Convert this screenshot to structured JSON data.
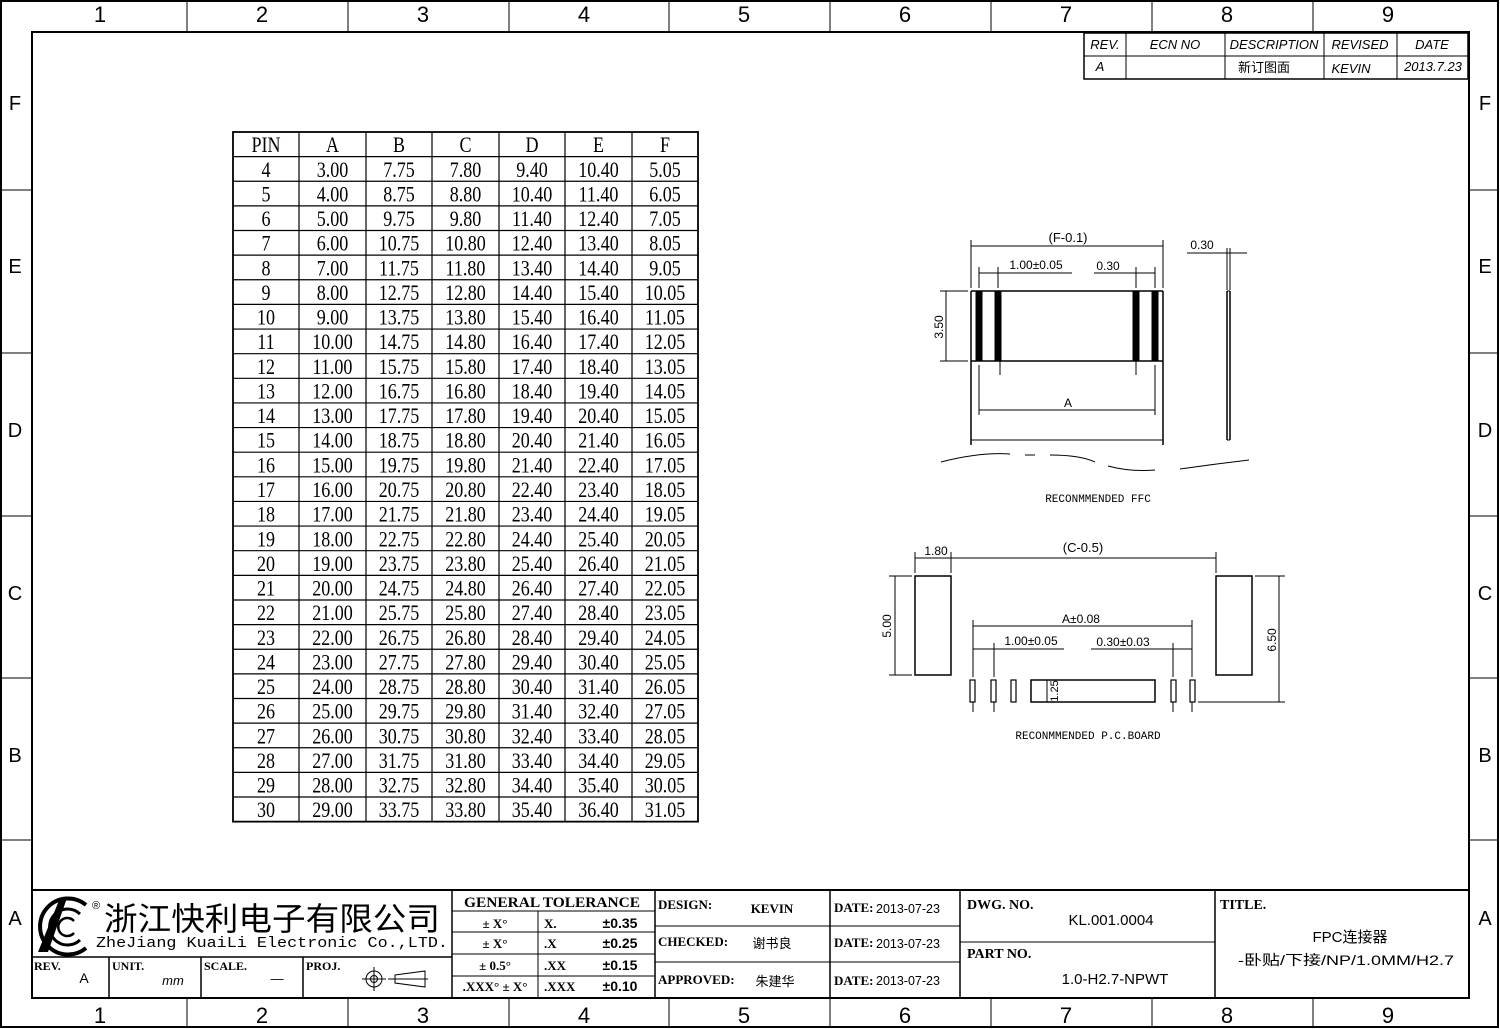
{
  "border": {
    "columns": [
      "1",
      "2",
      "3",
      "4",
      "5",
      "6",
      "7",
      "8",
      "9"
    ],
    "rows": [
      "F",
      "E",
      "D",
      "C",
      "B",
      "A"
    ]
  },
  "revision": {
    "headers": [
      "REV.",
      "ECN NO",
      "DESCRIPTION",
      "REVISED",
      "DATE"
    ],
    "row": [
      "A",
      "",
      "新订图面",
      "KEVIN",
      "2013.7.23"
    ]
  },
  "pin_table": {
    "headers": [
      "PIN",
      "A",
      "B",
      "C",
      "D",
      "E",
      "F"
    ],
    "rows": [
      [
        "4",
        "3.00",
        "7.75",
        "7.80",
        "9.40",
        "10.40",
        "5.05"
      ],
      [
        "5",
        "4.00",
        "8.75",
        "8.80",
        "10.40",
        "11.40",
        "6.05"
      ],
      [
        "6",
        "5.00",
        "9.75",
        "9.80",
        "11.40",
        "12.40",
        "7.05"
      ],
      [
        "7",
        "6.00",
        "10.75",
        "10.80",
        "12.40",
        "13.40",
        "8.05"
      ],
      [
        "8",
        "7.00",
        "11.75",
        "11.80",
        "13.40",
        "14.40",
        "9.05"
      ],
      [
        "9",
        "8.00",
        "12.75",
        "12.80",
        "14.40",
        "15.40",
        "10.05"
      ],
      [
        "10",
        "9.00",
        "13.75",
        "13.80",
        "15.40",
        "16.40",
        "11.05"
      ],
      [
        "11",
        "10.00",
        "14.75",
        "14.80",
        "16.40",
        "17.40",
        "12.05"
      ],
      [
        "12",
        "11.00",
        "15.75",
        "15.80",
        "17.40",
        "18.40",
        "13.05"
      ],
      [
        "13",
        "12.00",
        "16.75",
        "16.80",
        "18.40",
        "19.40",
        "14.05"
      ],
      [
        "14",
        "13.00",
        "17.75",
        "17.80",
        "19.40",
        "20.40",
        "15.05"
      ],
      [
        "15",
        "14.00",
        "18.75",
        "18.80",
        "20.40",
        "21.40",
        "16.05"
      ],
      [
        "16",
        "15.00",
        "19.75",
        "19.80",
        "21.40",
        "22.40",
        "17.05"
      ],
      [
        "17",
        "16.00",
        "20.75",
        "20.80",
        "22.40",
        "23.40",
        "18.05"
      ],
      [
        "18",
        "17.00",
        "21.75",
        "21.80",
        "23.40",
        "24.40",
        "19.05"
      ],
      [
        "19",
        "18.00",
        "22.75",
        "22.80",
        "24.40",
        "25.40",
        "20.05"
      ],
      [
        "20",
        "19.00",
        "23.75",
        "23.80",
        "25.40",
        "26.40",
        "21.05"
      ],
      [
        "21",
        "20.00",
        "24.75",
        "24.80",
        "26.40",
        "27.40",
        "22.05"
      ],
      [
        "22",
        "21.00",
        "25.75",
        "25.80",
        "27.40",
        "28.40",
        "23.05"
      ],
      [
        "23",
        "22.00",
        "26.75",
        "26.80",
        "28.40",
        "29.40",
        "24.05"
      ],
      [
        "24",
        "23.00",
        "27.75",
        "27.80",
        "29.40",
        "30.40",
        "25.05"
      ],
      [
        "25",
        "24.00",
        "28.75",
        "28.80",
        "30.40",
        "31.40",
        "26.05"
      ],
      [
        "26",
        "25.00",
        "29.75",
        "29.80",
        "31.40",
        "32.40",
        "27.05"
      ],
      [
        "27",
        "26.00",
        "30.75",
        "30.80",
        "32.40",
        "33.40",
        "28.05"
      ],
      [
        "28",
        "27.00",
        "31.75",
        "31.80",
        "33.40",
        "34.40",
        "29.05"
      ],
      [
        "29",
        "28.00",
        "32.75",
        "32.80",
        "34.40",
        "35.40",
        "30.05"
      ],
      [
        "30",
        "29.00",
        "33.75",
        "33.80",
        "35.40",
        "36.40",
        "31.05"
      ]
    ]
  },
  "ffc": {
    "dim_f": "(F-0.1)",
    "dim_pitch": "1.00±0.05",
    "dim_width": "0.30",
    "dim_thickness": "0.30",
    "dim_height": "3.50",
    "dim_a": "A",
    "caption": "RECONMMENDED FFC"
  },
  "pcb": {
    "dim_pad": "1.80",
    "dim_c": "(C-0.5)",
    "dim_a": "A±0.08",
    "dim_pitch": "1.00±0.05",
    "dim_width": "0.30±0.03",
    "dim_5": "5.00",
    "dim_650": "6.50",
    "dim_125": "1.25",
    "caption": "RECONMMENDED P.C.BOARD"
  },
  "title_block": {
    "company_cn": "浙江快利电子有限公司",
    "company_en": "ZheJiang KuaiLi Electronic Co.,LTD.",
    "registered": "®",
    "rev_label": "REV.",
    "rev_value": "A",
    "unit_label": "UNIT.",
    "unit_value": "mm",
    "scale_label": "SCALE.",
    "scale_value": "—",
    "proj_label": "PROJ.",
    "tolerance_title": "GENERAL TOLERANCE",
    "tolerance": [
      [
        "± X°",
        "X.",
        "±0.35"
      ],
      [
        "± X°",
        ".X",
        "±0.25"
      ],
      [
        "± 0.5°",
        ".XX",
        "±0.15"
      ],
      [
        ".XXX° ± X°",
        ".XXX",
        "±0.10"
      ]
    ],
    "design_label": "DESIGN:",
    "design_value": "KEVIN",
    "checked_label": "CHECKED:",
    "checked_value": "谢书良",
    "approved_label": "APPROVED:",
    "approved_value": "朱建华",
    "date_label": "DATE:",
    "date_values": [
      "2013-07-23",
      "2013-07-23",
      "2013-07-23"
    ],
    "dwg_label": "DWG. NO.",
    "dwg_value": "KL.001.0004",
    "part_label": "PART NO.",
    "part_value": "1.0-H2.7-NPWT",
    "title_label": "TITLE.",
    "title_line1": "FPC连接器",
    "title_line2": "-卧贴/下接/NP/1.0MM/H2.7"
  }
}
